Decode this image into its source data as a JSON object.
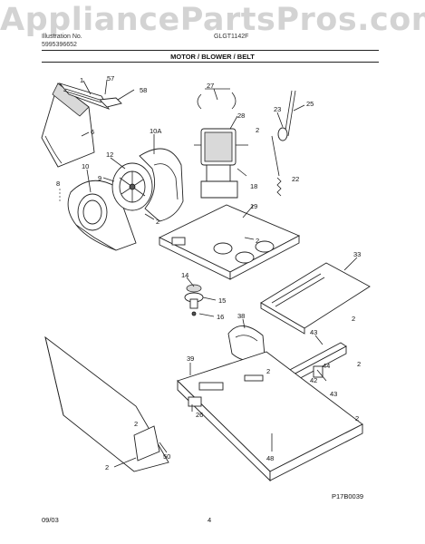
{
  "watermark": "AppliancePartsPros.com",
  "header": {
    "left_line1": "Illustration No.",
    "left_line2": "5995396652",
    "model": "GLGT1142F",
    "title": "MOTOR / BLOWER / BELT"
  },
  "diagram": {
    "figure_code": "P17B0039",
    "callouts": [
      "1",
      "57",
      "58",
      "6",
      "10A",
      "10",
      "12",
      "9",
      "8",
      "2",
      "27",
      "28",
      "23",
      "25",
      "2",
      "22",
      "18",
      "19",
      "2",
      "33",
      "14",
      "15",
      "16",
      "38",
      "2",
      "43",
      "42",
      "44",
      "2",
      "43",
      "39",
      "26",
      "2",
      "48",
      "2",
      "50",
      "2",
      "2"
    ]
  },
  "footer": {
    "date": "09/03",
    "page": "4"
  }
}
